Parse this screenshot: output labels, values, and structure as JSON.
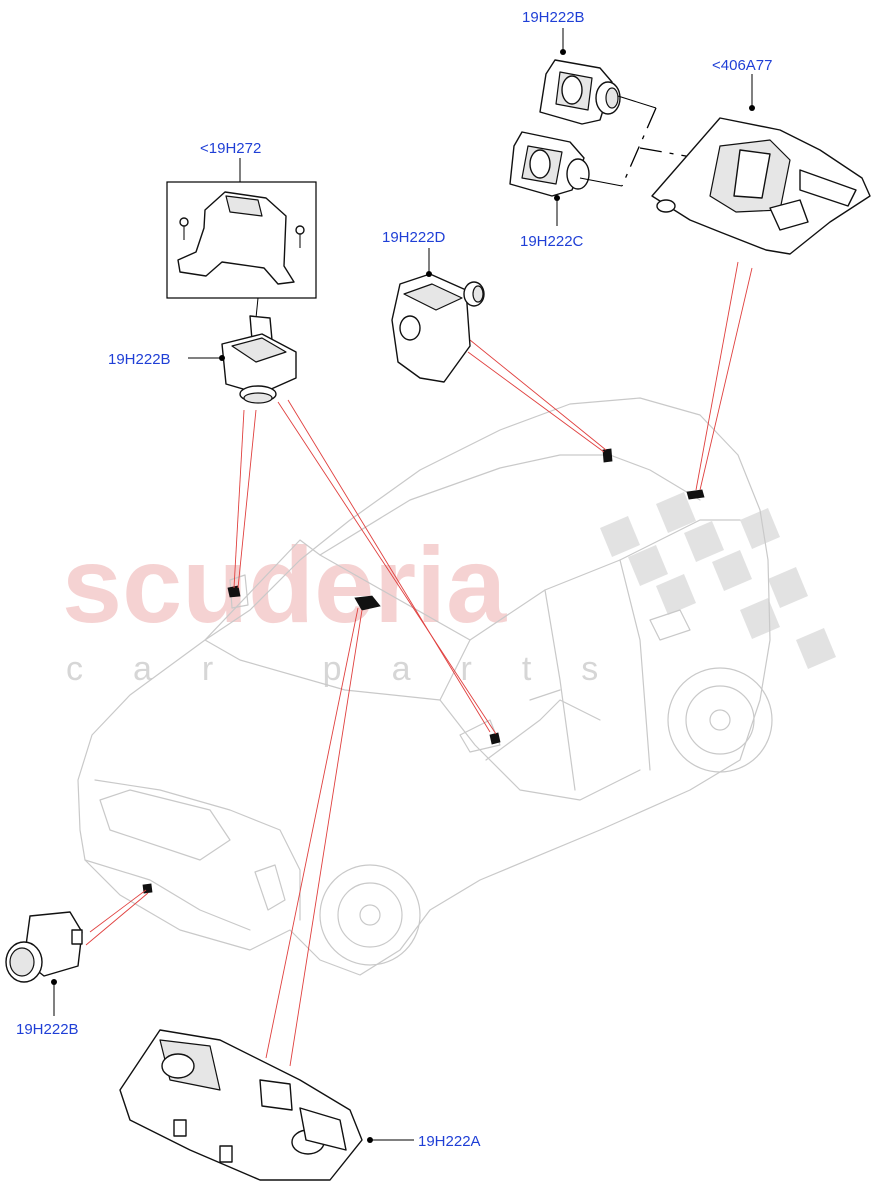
{
  "watermark": {
    "brand": "scuderia",
    "subtitle": "car parts"
  },
  "callouts": [
    {
      "id": "top-b",
      "text": "19H222B"
    },
    {
      "id": "ref-406",
      "text": "<406A77"
    },
    {
      "id": "ref-19h272",
      "text": "<19H272"
    },
    {
      "id": "top-c",
      "text": "19H222C"
    },
    {
      "id": "d",
      "text": "19H222D"
    },
    {
      "id": "left-b",
      "text": "19H222B"
    },
    {
      "id": "front-b",
      "text": "19H222B"
    },
    {
      "id": "a",
      "text": "19H222A"
    }
  ],
  "colors": {
    "callout_text": "#1f3fd6",
    "leader_red": "#e0403f",
    "watermark_red": "#f2c4c4",
    "car_outline": "#c9c9c9"
  }
}
